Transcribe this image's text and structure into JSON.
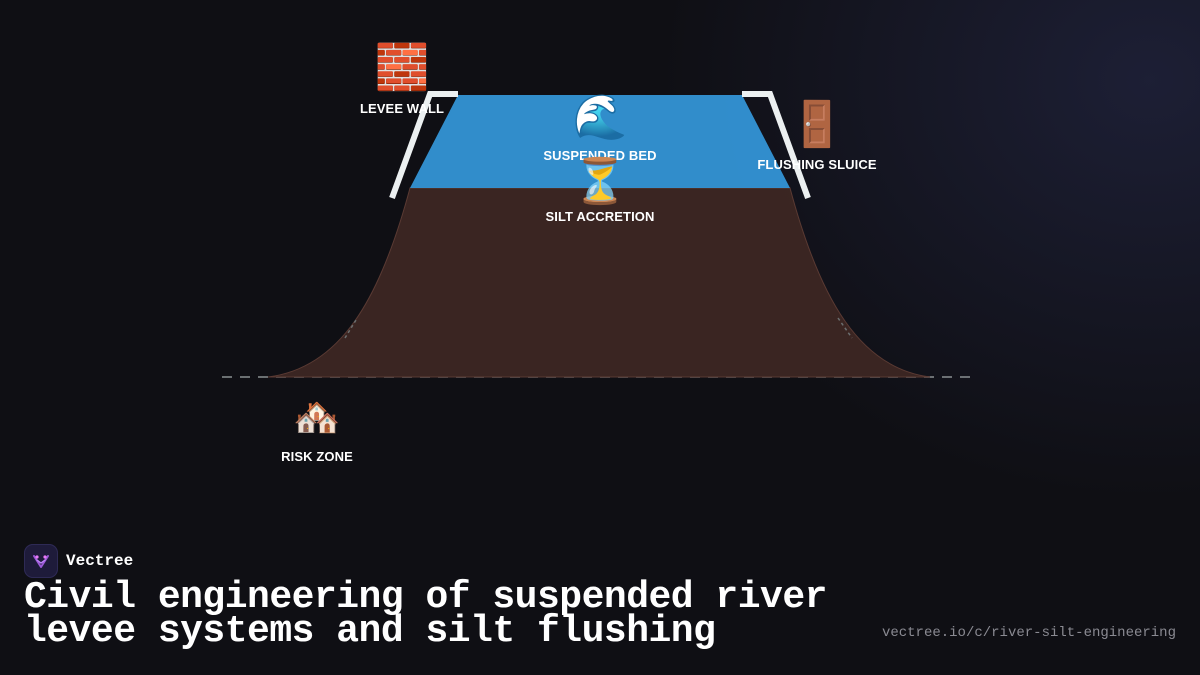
{
  "diagram": {
    "labels": {
      "levee_wall": "LEVEE WALL",
      "suspended_bed": "SUSPENDED BED",
      "silt_accretion": "SILT ACCRETION",
      "flushing_sluice": "FLUSHING SLUICE",
      "risk_zone": "RISK ZONE"
    },
    "icons": {
      "levee_wall": "🧱",
      "suspended_bed": "🌊",
      "silt_accretion": "⏳",
      "flushing_sluice": "🚪",
      "risk_zone": "🏘️"
    },
    "colors": {
      "water": "#3498db",
      "silt": "#3d2723",
      "wall": "#ecf0f1",
      "ground_line": "#7f8c8d",
      "background": "#0f0f14"
    }
  },
  "brand": {
    "name": "Vectree",
    "logo_icon": "vectree-logo-icon"
  },
  "title": "Civil engineering of suspended river levee systems and silt flushing",
  "url": "vectree.io/c/river-silt-engineering"
}
